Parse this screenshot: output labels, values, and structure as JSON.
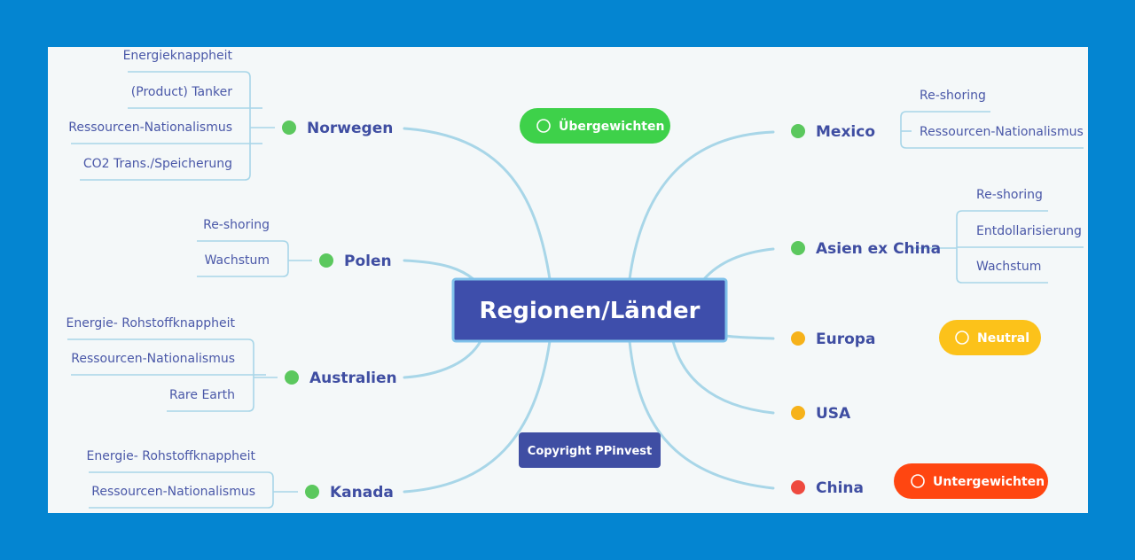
{
  "center": {
    "label": "Regionen/Länder",
    "fill": "#3e4eab",
    "border": "#7fc1ea"
  },
  "legend": {
    "overweight": {
      "label": "Übergewichten",
      "color": "#3ed14a"
    },
    "neutral": {
      "label": "Neutral",
      "color": "#fcc21a"
    },
    "underweight": {
      "label": "Untergewichten",
      "color": "#ff4611"
    }
  },
  "copyright": {
    "label": "Copyright PPinvest",
    "color": "#3f4ea3"
  },
  "status_colors": {
    "green": "#5bc85e",
    "yellow": "#f6b21a",
    "red": "#ee4a3f"
  },
  "countries": [
    {
      "name": "Norwegen",
      "status": "green",
      "side": "left",
      "topics": [
        "Energieknappheit",
        "(Product) Tanker",
        "Ressourcen-Nationalismus",
        "CO2 Trans./Speicherung"
      ]
    },
    {
      "name": "Polen",
      "status": "green",
      "side": "left",
      "topics": [
        "Re-shoring",
        "Wachstum"
      ]
    },
    {
      "name": "Australien",
      "status": "green",
      "side": "left",
      "topics": [
        "Energie- Rohstoffknappheit",
        "Ressourcen-Nationalismus",
        "Rare Earth"
      ]
    },
    {
      "name": "Kanada",
      "status": "green",
      "side": "left",
      "topics": [
        "Energie- Rohstoffknappheit",
        "Ressourcen-Nationalismus"
      ]
    },
    {
      "name": "Mexico",
      "status": "green",
      "side": "right",
      "topics": [
        "Re-shoring",
        "Ressourcen-Nationalismus"
      ]
    },
    {
      "name": "Asien ex China",
      "status": "green",
      "side": "right",
      "topics": [
        "Re-shoring",
        "Entdollarisierung",
        "Wachstum"
      ]
    },
    {
      "name": "Europa",
      "status": "yellow",
      "side": "right",
      "topics": []
    },
    {
      "name": "USA",
      "status": "yellow",
      "side": "right",
      "topics": []
    },
    {
      "name": "China",
      "status": "red",
      "side": "right",
      "topics": []
    }
  ]
}
